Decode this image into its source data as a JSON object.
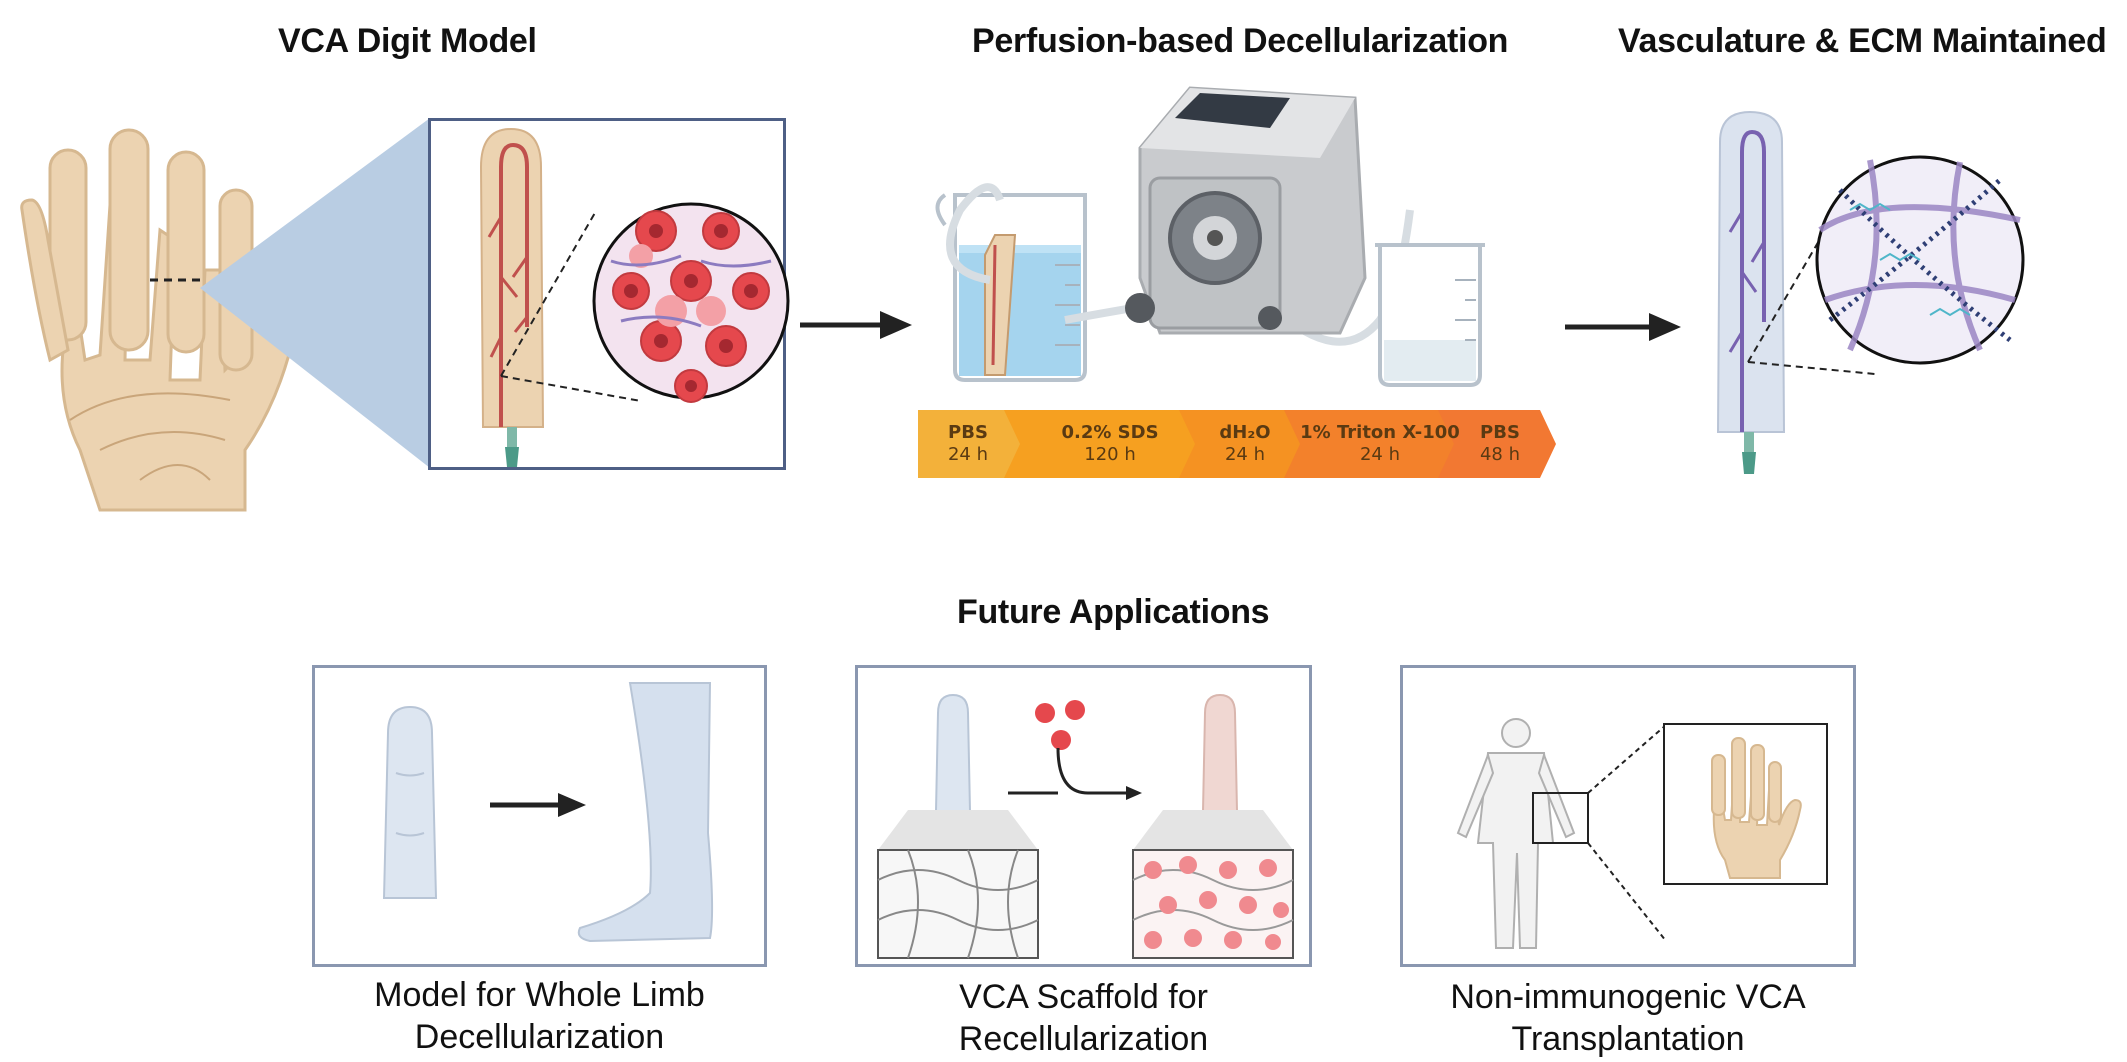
{
  "titles": {
    "digit_model": "VCA Digit Model",
    "decell": "Perfusion-based Decellularization",
    "maintained": "Vasculature & ECM Maintained",
    "future": "Future Applications"
  },
  "protocol": [
    {
      "name": "PBS",
      "duration": "24 h",
      "color": "#f3b13a"
    },
    {
      "name": "0.2%  SDS",
      "duration": "120 h",
      "color": "#f6a020"
    },
    {
      "name": "dH₂O",
      "duration": "24 h",
      "color": "#f59222"
    },
    {
      "name": "1% Triton X-100",
      "duration": "24 h",
      "color": "#f3812b"
    },
    {
      "name": "PBS",
      "duration": "48 h",
      "color": "#f27832"
    }
  ],
  "applications": [
    {
      "line1": "Model for Whole Limb",
      "line2": "Decellularization"
    },
    {
      "line1": "VCA Scaffold for",
      "line2": "Recellularization"
    },
    {
      "line1": "Non-immunogenic VCA",
      "line2": "Transplantation"
    }
  ],
  "colors": {
    "panel_border": "#8a97b0",
    "skin": "#ecd3b1",
    "vessel": "#c0504d",
    "decell_tissue": "#dbe3ef",
    "ecm_fiber": "#9b86c4",
    "cell_red": "#e5484d",
    "arrow": "#222222"
  },
  "icons": [
    "hand-icon",
    "finger-icon",
    "cell-magnifier-icon",
    "beaker-icon",
    "peristaltic-pump-icon",
    "needle-icon",
    "ecm-magnifier-icon",
    "leg-icon",
    "human-body-icon"
  ]
}
